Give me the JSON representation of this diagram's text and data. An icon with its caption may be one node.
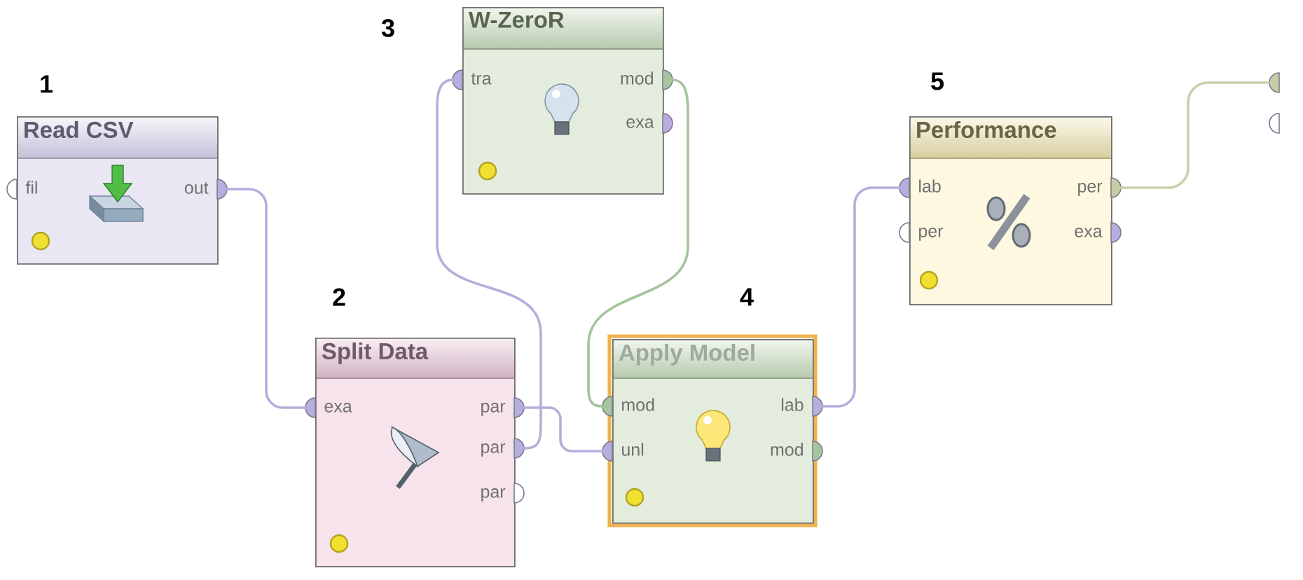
{
  "diagram": {
    "nodes": [
      {
        "text": [
          "Read CSV"
        ],
        "beside": [
          "1"
        ]
      },
      {
        "text": [
          "fil"
        ]
      },
      {
        "text": [
          "out"
        ]
      },
      {
        "text": [
          "Split Data"
        ],
        "beside": [
          "2"
        ]
      },
      {
        "text": [
          "exa"
        ]
      },
      {
        "text": [
          "par"
        ]
      },
      {
        "text": [
          "par"
        ]
      },
      {
        "text": [
          "par"
        ]
      },
      {
        "text": [
          "W-ZeroR"
        ],
        "beside": [
          "3"
        ]
      },
      {
        "text": [
          "tra"
        ]
      },
      {
        "text": [
          "mod"
        ]
      },
      {
        "text": [
          "exa"
        ]
      },
      {
        "text": [
          "Apply Model"
        ],
        "beside": [
          "4"
        ]
      },
      {
        "text": [
          "mod"
        ]
      },
      {
        "text": [
          "unl"
        ]
      },
      {
        "text": [
          "lab"
        ]
      },
      {
        "text": [
          "mod"
        ]
      },
      {
        "text": [
          "Performance"
        ],
        "beside": [
          "5"
        ]
      },
      {
        "text": [
          "lab"
        ]
      },
      {
        "text": [
          "per"
        ]
      },
      {
        "text": [
          "per"
        ]
      },
      {
        "text": [
          "exa"
        ]
      },
      {
        "text": [],
        "shape": "semicircle"
      },
      {
        "text": [],
        "shape": "semicircle"
      }
    ],
    "edges": [
      {
        "from": 2,
        "to": 4,
        "arrow": "none"
      },
      {
        "from": 5,
        "to": 14,
        "arrow": "none"
      },
      {
        "from": 6,
        "to": 9,
        "arrow": "none"
      },
      {
        "from": 10,
        "to": 13,
        "arrow": "none",
        "color": "#a4c49c"
      },
      {
        "from": 15,
        "to": 18,
        "arrow": "none"
      },
      {
        "from": 20,
        "to": 22,
        "arrow": "none",
        "color": "#c8d0ad"
      }
    ]
  }
}
